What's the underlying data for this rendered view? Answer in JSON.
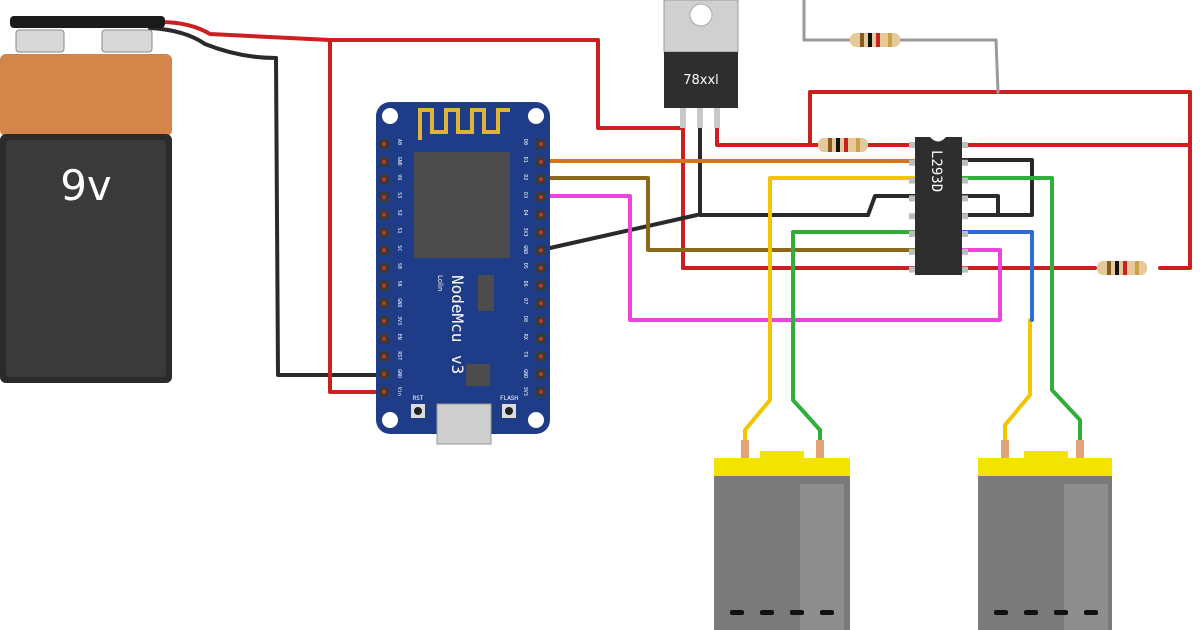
{
  "battery": {
    "label": "9v",
    "colors": {
      "cap": "#d4854a",
      "body": "#2b2b2b"
    }
  },
  "regulator": {
    "label": "78xxl"
  },
  "motor_driver": {
    "label": "L293D"
  },
  "mcu": {
    "name_line1": "NodeMcu",
    "name_line2": "v3",
    "vendor": "Lolin",
    "button_left": "RST",
    "button_right": "FLASH",
    "pins_left": [
      "A0",
      "GND",
      "VU",
      "S3",
      "S2",
      "S1",
      "SC",
      "S0",
      "SK",
      "GND",
      "3V3",
      "EN",
      "RST",
      "GND",
      "Vin"
    ],
    "pins_right": [
      "D0",
      "D1",
      "D2",
      "D3",
      "D4",
      "3V3",
      "GND",
      "D5",
      "D6",
      "D7",
      "D8",
      "RX",
      "TX",
      "GND",
      "3V3"
    ],
    "board_color": "#1f3c88"
  },
  "wire_colors": {
    "red": "#cc1f1f",
    "black": "#2a2a2a",
    "orange": "#d9731a",
    "brown": "#8a6a1a",
    "magenta": "#ee44dd",
    "yellow": "#f2c500",
    "green": "#2fae3a",
    "blue": "#2a6fd6",
    "gray": "#9a9a9a"
  },
  "motors": [
    {
      "id": "motor-left"
    },
    {
      "id": "motor-right"
    }
  ]
}
